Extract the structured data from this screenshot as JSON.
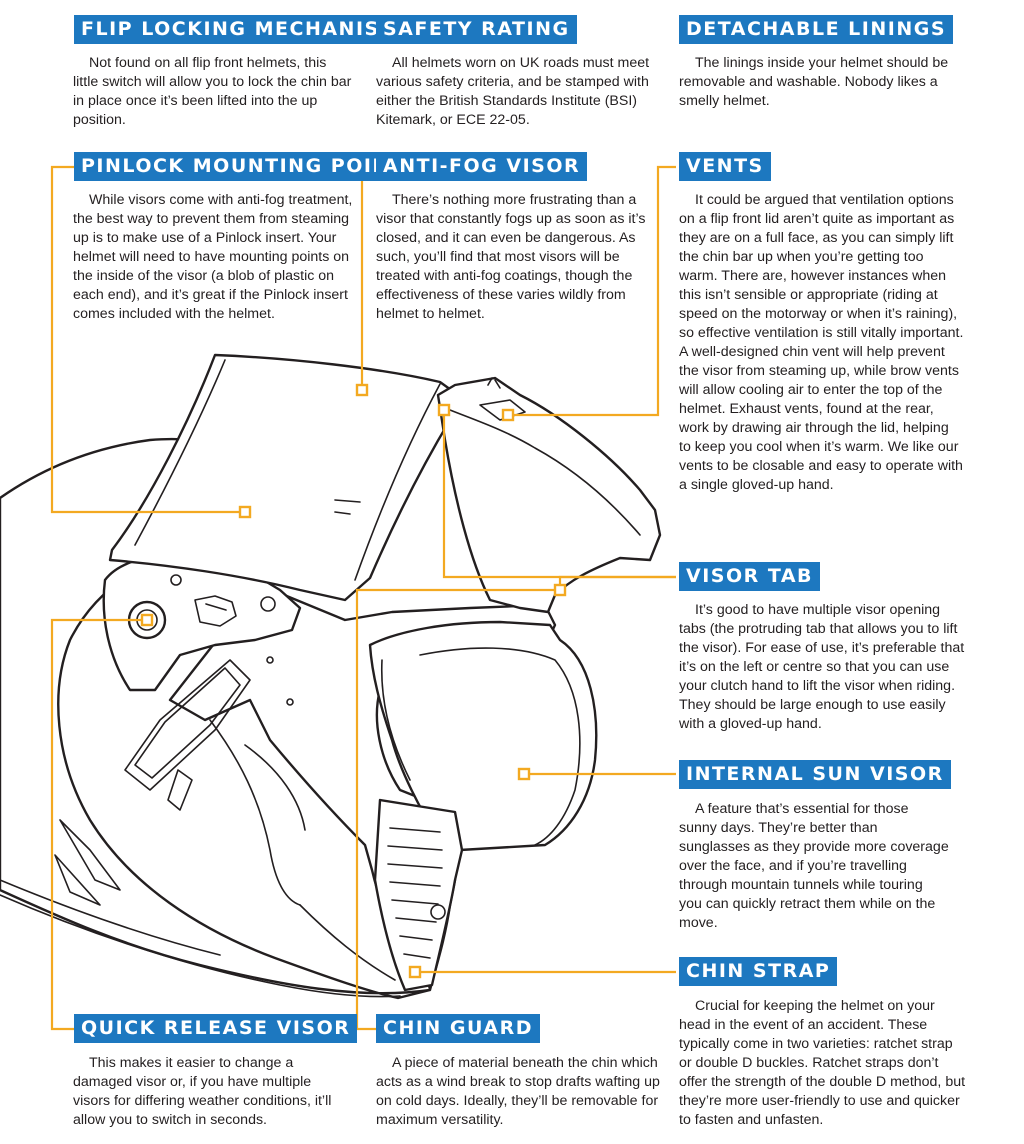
{
  "colors": {
    "label_bg": "#1d78c0",
    "label_text": "#ffffff",
    "leader_line": "#f3a921",
    "outline": "#231f20"
  },
  "features": [
    {
      "id": "flip-locking-mechanism",
      "title": "FLIP LOCKING MECHANISM",
      "text": "Not found on all flip front helmets, this little switch will allow you to lock the chin bar in place once it’s been lifted into the up position."
    },
    {
      "id": "safety-rating",
      "title": "SAFETY RATING",
      "text": "All helmets worn on UK roads must meet various safety criteria, and be stamped with either the British Standards Institute (BSI) Kitemark, or ECE 22-05."
    },
    {
      "id": "detachable-linings",
      "title": "DETACHABLE LININGS",
      "text": "The linings inside your helmet should be removable and washable. Nobody likes a smelly helmet."
    },
    {
      "id": "pinlock-mounting-points",
      "title": "PINLOCK MOUNTING POINTS",
      "text": "While visors come with anti-fog treatment, the best way to prevent them from steaming up is to make use of a Pinlock insert. Your helmet will need to have mounting points on the inside of the visor (a blob of plastic on each end), and it’s great if the Pinlock insert comes included with the helmet."
    },
    {
      "id": "anti-fog-visor",
      "title": "ANTI-FOG VISOR",
      "text": "There’s nothing more frustrating than a visor that constantly fogs up as soon as it’s closed, and it can even be dangerous. As such, you’ll find that most visors will be treated with anti-fog coatings, though the effectiveness of these varies wildly from helmet to helmet."
    },
    {
      "id": "vents",
      "title": "VENTS",
      "text": "It could be argued that ventilation options on a flip front lid aren’t quite as important as they are on a full face, as you can simply lift the chin bar up when you’re getting too warm. There are, however instances when this isn’t sensible or appropriate (riding at speed on the motorway or when it’s raining), so effective ventilation is still vitally important. A well-designed chin vent will help prevent the visor from steaming up, while brow vents will allow cooling air to enter the top of the helmet. Exhaust vents, found at the rear, work by drawing air through the lid, helping to keep you cool when it’s warm. We like our vents to be closable and easy to operate with a single gloved-up hand."
    },
    {
      "id": "visor-tab",
      "title": "VISOR TAB",
      "text": "It’s good to have multiple visor opening tabs (the protruding tab that allows you to lift the visor). For ease of use, it’s preferable that it’s on the left or centre so that you can use your clutch hand to lift the visor when riding. They should be large enough to use easily with a gloved-up hand."
    },
    {
      "id": "internal-sun-visor",
      "title": "INTERNAL SUN VISOR",
      "text": "A feature that’s essential for those sunny days. They’re better than sunglasses as they provide more coverage over the face, and if you’re travelling through mountain tunnels while touring you can quickly retract them while on the move."
    },
    {
      "id": "chin-strap",
      "title": "CHIN STRAP",
      "text": "Crucial for keeping the helmet on your head in the event of an accident. These typically come in two varieties: ratchet strap or double D buckles. Ratchet straps don’t offer the strength of the double D method, but they’re more user-friendly to use and quicker to fasten and unfasten."
    },
    {
      "id": "quick-release-visor",
      "title": "QUICK RELEASE VISOR",
      "text": "This makes it easier to change a damaged visor or, if you have multiple visors for differing weather conditions, it’ll allow you to switch in seconds."
    },
    {
      "id": "chin-guard",
      "title": "CHIN GUARD",
      "text": "A piece of material beneath the chin which acts as a wind break to stop drafts wafting up on cold days. Ideally, they’ll be removable for maximum versatility."
    }
  ]
}
